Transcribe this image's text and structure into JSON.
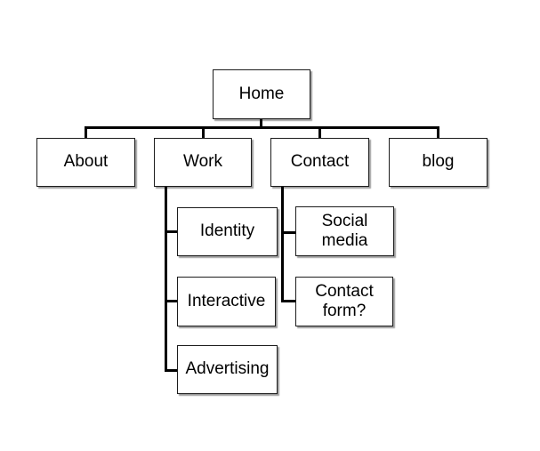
{
  "sitemap": {
    "root": {
      "label": "Home"
    },
    "level1": [
      {
        "label": "About"
      },
      {
        "label": "Work"
      },
      {
        "label": "Contact"
      },
      {
        "label": "blog"
      }
    ],
    "work_children": [
      {
        "label": "Identity"
      },
      {
        "label": "Interactive"
      },
      {
        "label": "Advertising"
      }
    ],
    "contact_children": [
      {
        "label": "Social\nmedia"
      },
      {
        "label": "Contact\nform?"
      }
    ]
  },
  "colors": {
    "background": "#ffffff",
    "box_fill": "#ffffff",
    "box_border": "#1c1c1c",
    "connector": "#000000",
    "text": "#000000"
  }
}
